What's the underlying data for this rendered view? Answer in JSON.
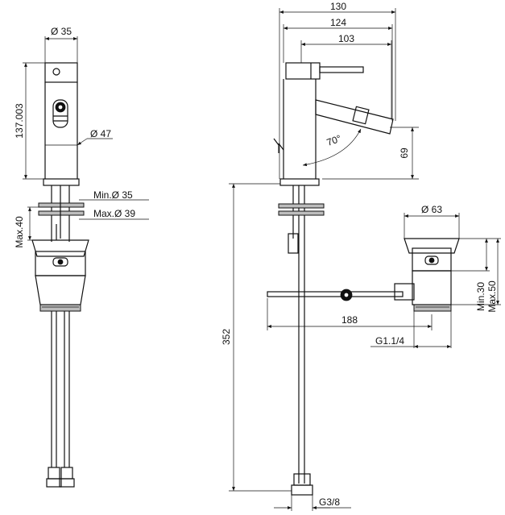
{
  "drawing": {
    "line_color": "#111111",
    "background": "#ffffff",
    "dimensions": {
      "spout_diameter": "Ø 35",
      "body_height": "137.003",
      "base_diameter": "Ø 47",
      "hole_min": "Min.Ø 35",
      "hole_max": "Max.Ø 39",
      "deck_max": "Max.40",
      "overall_width": "130",
      "spout_reach": "124",
      "lever_reach": "103",
      "swivel_angle": "70°",
      "spout_height": "69",
      "overall_length": "352",
      "connection_thread": "G3/8",
      "waste_diameter": "Ø 63",
      "rod_length": "188",
      "waste_thread": "G1.1/4",
      "waste_min": "Min.30",
      "waste_max": "Max.50"
    }
  }
}
